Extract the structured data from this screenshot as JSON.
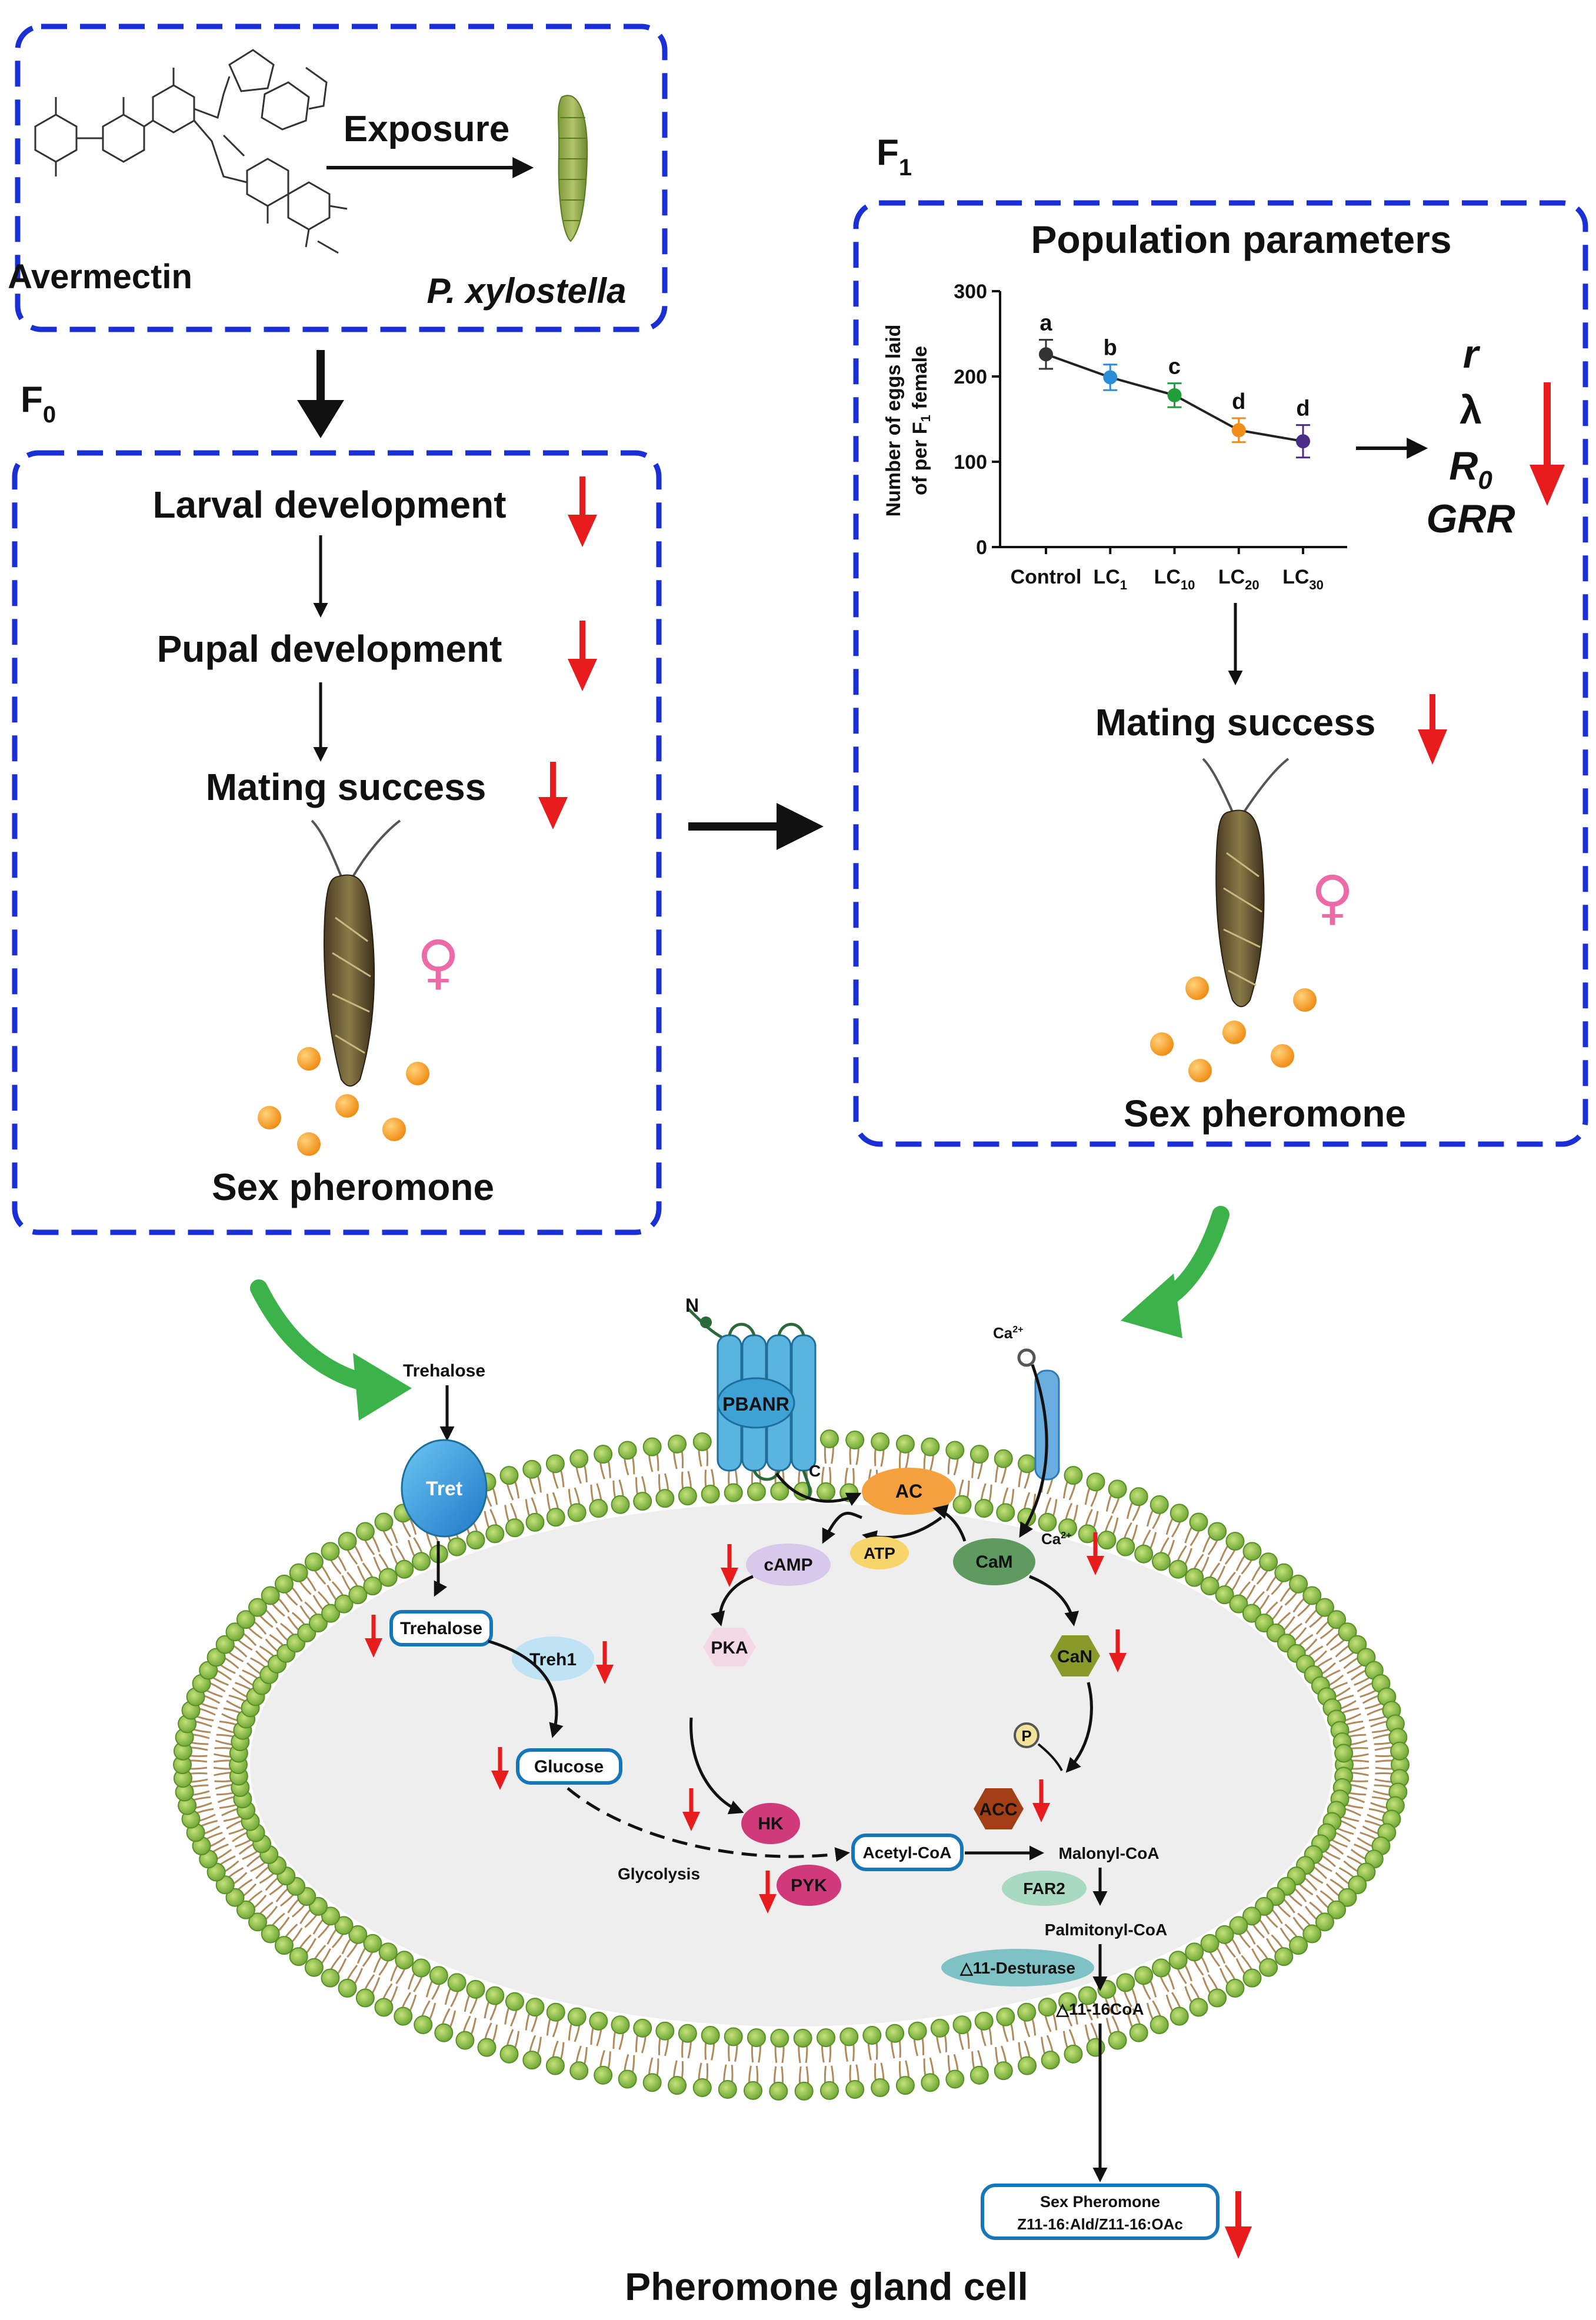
{
  "top": {
    "avermectin": "Avermectin",
    "exposure": "Exposure",
    "species": "P. xylostella"
  },
  "f0": {
    "label": "F",
    "sub": "0",
    "items": [
      "Larval development",
      "Pupal development",
      "Mating success"
    ],
    "sex_pheromone": "Sex pheromone",
    "female_symbol": "♀"
  },
  "f1": {
    "label": "F",
    "sub": "1",
    "title": "Population parameters",
    "mating_success": "Mating success",
    "sex_pheromone": "Sex pheromone",
    "female_symbol": "♀",
    "params": {
      "r": "r",
      "lambda": "λ",
      "R0_main": "R",
      "R0_sub": "0",
      "GRR": "GRR"
    }
  },
  "chart_data": {
    "type": "line",
    "title": "",
    "ylabel_line1": "Number of eggs laid",
    "ylabel_line2a": "of per F",
    "ylabel_line2_sub": "1",
    "ylabel_line2b": " female",
    "ylim": [
      0,
      300
    ],
    "yticks": [
      "0",
      "100",
      "200",
      "300"
    ],
    "categories": [
      {
        "main": "Control",
        "sub": ""
      },
      {
        "main": "LC",
        "sub": "1"
      },
      {
        "main": "LC",
        "sub": "10"
      },
      {
        "main": "LC",
        "sub": "20"
      },
      {
        "main": "LC",
        "sub": "30"
      }
    ],
    "values": [
      226,
      199,
      178,
      137,
      124
    ],
    "errors": [
      17,
      15,
      14,
      14,
      19
    ],
    "letters": [
      "a",
      "b",
      "c",
      "d",
      "d"
    ],
    "colors": [
      "#333333",
      "#2a8ed6",
      "#1f9e3a",
      "#f28c1a",
      "#4a2a8a"
    ],
    "line_color": "#222222"
  },
  "cell": {
    "title": "Pheromone gland cell",
    "trehalose_out": "Trehalose",
    "tret": "Tret",
    "trehalose_in": "Trehalose",
    "treh1": "Treh1",
    "glucose": "Glucose",
    "glycolysis": "Glycolysis",
    "pbanr": "PBANR",
    "n_term": "N",
    "c_term": "C",
    "ac": "AC",
    "atp": "ATP",
    "camp": "cAMP",
    "pka": "PKA",
    "hk": "HK",
    "pyk": "PYK",
    "acetyl": "Acetyl-CoA",
    "acc": "ACC",
    "malonyl": "Malonyl-CoA",
    "far2": "FAR2",
    "palmitoyl": "Palmitonyl-CoA",
    "desaturase": "△11-Desturase",
    "coa16": "△11-16CoA",
    "ca_out_main": "Ca",
    "ca_out_sup": "2+",
    "ca_in_main": "Ca",
    "ca_in_sup": "2+",
    "cam": "CaM",
    "can": "CaN",
    "p": "P",
    "sexpher_line1": "Sex Pheromone",
    "sexpher_line2": "Z11-16:Ald/Z11-16:OAc"
  },
  "colors": {
    "dashed_box": "#1a2fd6",
    "down_arrow": "#e81c1c",
    "green_arrow": "#3cb34a",
    "membrane_head": "#8bc34a",
    "membrane_tail": "#b08a5a",
    "orange_ball": "#f39a1e",
    "female": "#ec6aa6"
  }
}
